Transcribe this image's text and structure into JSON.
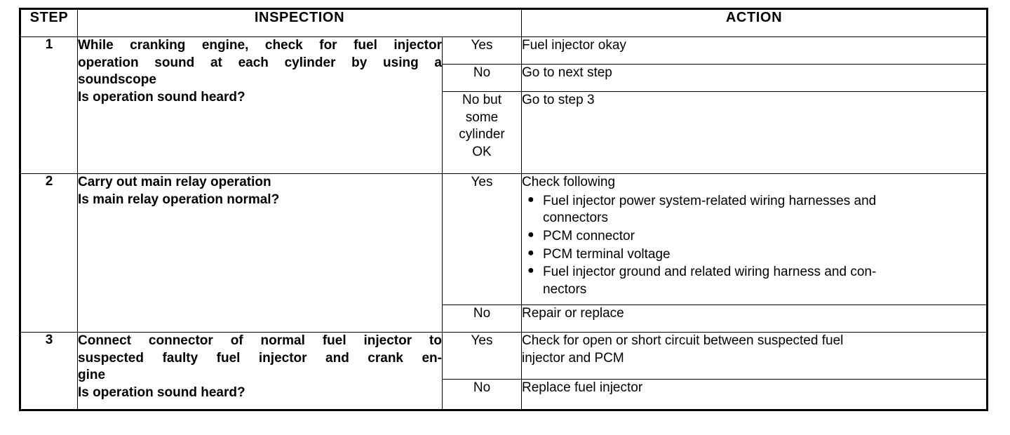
{
  "document": {
    "type": "diagnostic-troubleshooting-table",
    "title": "Fuel injector inspection / action chart"
  },
  "table": {
    "columns": [
      {
        "key": "step",
        "label": "STEP"
      },
      {
        "key": "inspection",
        "label": "INSPECTION"
      },
      {
        "key": "result",
        "label": ""
      },
      {
        "key": "action",
        "label": "ACTION"
      }
    ],
    "rows": [
      {
        "step": "1",
        "inspection_lines": [
          "While cranking engine, check for fuel injector",
          "operation sound at each cylinder by using a",
          "soundscope",
          "Is operation sound heard?"
        ],
        "inspection_text": "While cranking engine, check for fuel injector operation sound at each cylinder by using a soundscope Is operation sound heard?",
        "branches": [
          {
            "result": "Yes",
            "result_lines": [
              "Yes"
            ],
            "action_text": "Fuel injector okay",
            "action_bullets": []
          },
          {
            "result": "No",
            "result_lines": [
              "No"
            ],
            "action_text": "Go to next step",
            "action_bullets": []
          },
          {
            "result": "No but some cylinder OK",
            "result_lines": [
              "No but",
              "some",
              "cylinder",
              "OK"
            ],
            "action_text": "Go to step 3",
            "action_bullets": []
          }
        ]
      },
      {
        "step": "2",
        "inspection_lines": [
          "Carry out main relay operation",
          "Is main relay operation normal?"
        ],
        "inspection_text": "Carry out main relay operation Is main relay operation normal?",
        "branches": [
          {
            "result": "Yes",
            "result_lines": [
              "Yes"
            ],
            "action_text": "Check following",
            "action_bullets": [
              {
                "lines": [
                  "Fuel injector power system-related wiring harnesses and",
                  "connectors"
                ],
                "text": "Fuel injector power system-related wiring harnesses and connectors"
              },
              {
                "lines": [
                  "PCM connector"
                ],
                "text": "PCM connector"
              },
              {
                "lines": [
                  "PCM terminal voltage"
                ],
                "text": "PCM terminal voltage"
              },
              {
                "lines": [
                  "Fuel injector ground and related wiring harness and con-",
                  "nectors"
                ],
                "text": "Fuel injector ground and related wiring harness and connectors"
              }
            ]
          },
          {
            "result": "No",
            "result_lines": [
              "No"
            ],
            "action_text": "Repair or replace",
            "action_bullets": []
          }
        ]
      },
      {
        "step": "3",
        "inspection_lines": [
          "Connect connector of normal fuel injector to",
          "suspected faulty fuel injector and crank en-",
          "gine",
          "Is operation sound heard?"
        ],
        "inspection_text": "Connect connector of normal fuel injector to suspected faulty fuel injector and crank engine Is operation sound heard?",
        "branches": [
          {
            "result": "Yes",
            "result_lines": [
              "Yes"
            ],
            "action_lines": [
              "Check for open or short circuit between suspected fuel",
              "injector and PCM"
            ],
            "action_text": "Check for open or short circuit between suspected fuel injector and PCM",
            "action_bullets": []
          },
          {
            "result": "No",
            "result_lines": [
              "No"
            ],
            "action_text": "Replace fuel injector",
            "action_bullets": []
          }
        ]
      }
    ]
  },
  "glyphs": {
    "bullet": "●"
  },
  "colors": {
    "ink": "#000000",
    "paper": "#ffffff"
  }
}
